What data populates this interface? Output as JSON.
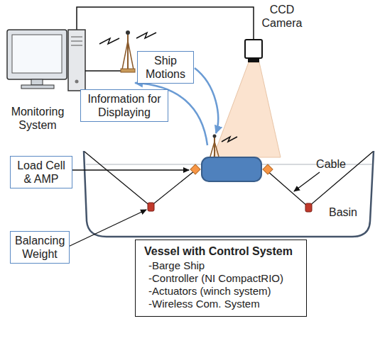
{
  "diagram": {
    "nodes": [
      {
        "text": [
          "Ship Motions"
        ]
      },
      {
        "text": [
          "Information for Displaying"
        ]
      },
      {
        "text": [
          "Load Cell & AMP"
        ]
      },
      {
        "text": [
          "Balancing Weight"
        ]
      },
      {
        "text": [
          "Vessel with Control System",
          "-Barge Ship",
          "-Controller (NI CompactRIO)",
          "-Actuators (winch system)",
          "-Wireless Com. System"
        ]
      }
    ],
    "labels": [
      "CCD Camera",
      "Monitoring System",
      "Cable",
      "Basin"
    ]
  }
}
